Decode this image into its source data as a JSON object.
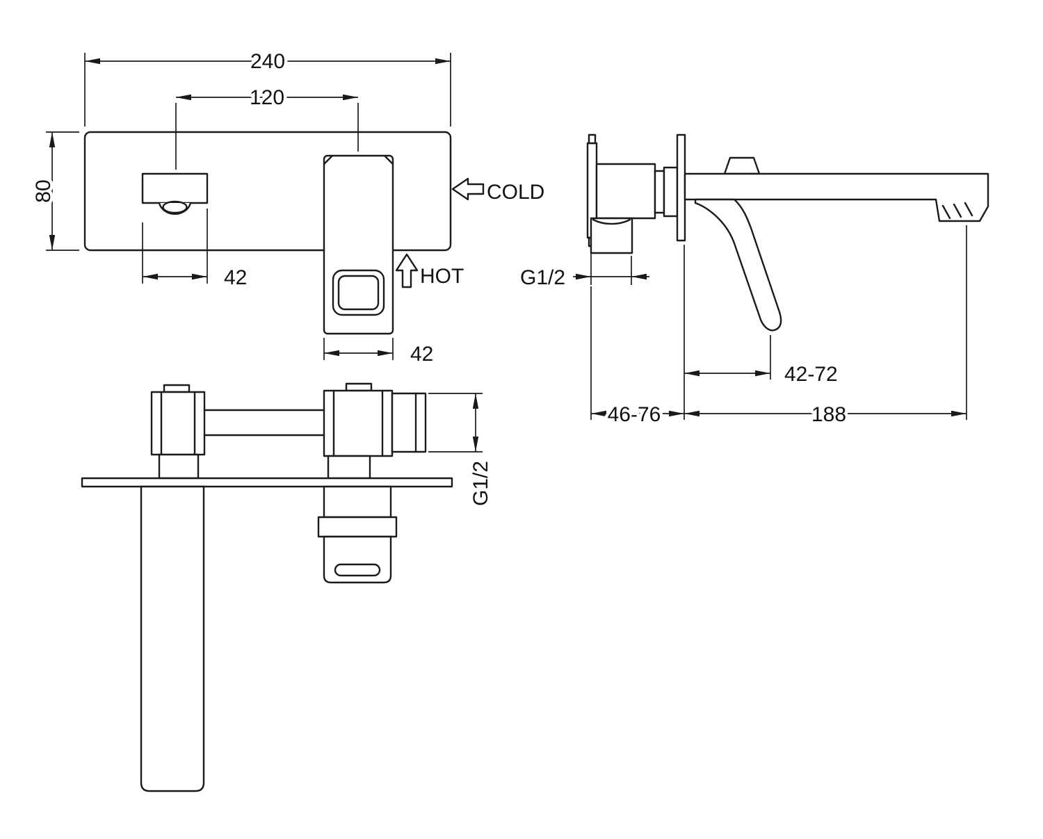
{
  "colors": {
    "line": "#1a1a1a",
    "background": "#ffffff"
  },
  "labels": {
    "front": {
      "dim_overall_width": "240",
      "dim_center_distance": "120",
      "dim_plate_height": "80",
      "dim_spout_width": "42",
      "dim_handle_width": "42",
      "cold": "COLD",
      "hot": "HOT"
    },
    "side": {
      "dim_thread": "G1/2",
      "dim_handle_range": "42-72",
      "dim_depth_range": "46-76",
      "dim_spout_reach": "188"
    },
    "top": {
      "dim_thread": "G1/2"
    }
  }
}
